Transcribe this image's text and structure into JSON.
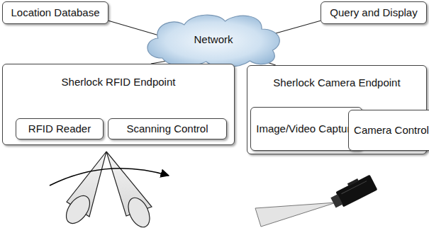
{
  "diagram": {
    "nodes": [
      {
        "text": [
          "Location Database"
        ]
      },
      {
        "text": [
          "Query and Display"
        ]
      },
      {
        "text": [
          "Network"
        ]
      },
      {
        "text": [
          "Sherlock RFID Endpoint"
        ]
      },
      {
        "text": [
          "RFID Reader"
        ],
        "in": 3
      },
      {
        "text": [
          "Scanning Control"
        ],
        "in": 3
      },
      {
        "text": [
          "Sherlock Camera Endpoint"
        ]
      },
      {
        "text": [
          "Image/Video Capture"
        ],
        "in": 6
      },
      {
        "text": [
          "Camera Control"
        ],
        "in": 6
      }
    ],
    "edges": [
      {
        "from": 0,
        "to": 2,
        "arrow": "none"
      },
      {
        "from": 1,
        "to": 2,
        "arrow": "none"
      },
      {
        "from": 3,
        "to": 2,
        "arrow": "none"
      },
      {
        "from": 6,
        "to": 2,
        "arrow": "none"
      }
    ]
  }
}
